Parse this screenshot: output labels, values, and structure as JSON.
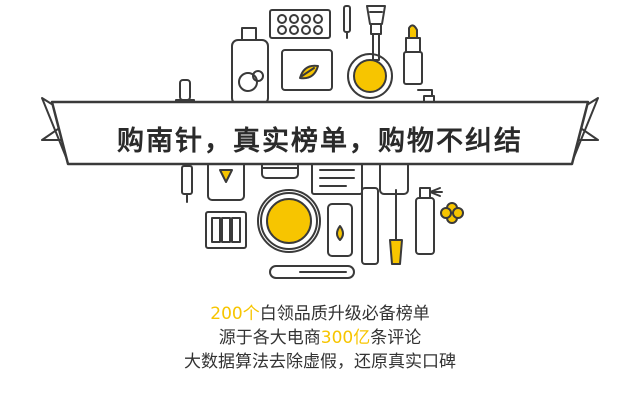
{
  "banner": {
    "title": "购南针，真实榜单，购物不纠结"
  },
  "caption": {
    "line1_highlight": "200个",
    "line1_text": "白领品质升级必备榜单",
    "line2_prefix": "源于各大电商",
    "line2_highlight": "300亿",
    "line2_suffix": "条评论",
    "line3_text": "大数据算法去除虚假，还原真实口碑"
  },
  "colors": {
    "accent": "#f7c500",
    "line": "#3a3a3a",
    "banner": "#ffffff",
    "text": "#333333"
  },
  "icons": [
    "eyeshadow-palette-icon",
    "lipstick-icon",
    "brush-icon",
    "bottle-icon",
    "compact-mirror-icon",
    "cream-jar-icon",
    "leaf-box-icon",
    "lotion-pump-icon",
    "perfume-icon",
    "nail-polish-icon",
    "mascara-icon",
    "spray-bottle-icon",
    "flower-icon",
    "eye-palette-icon",
    "eyeliner-icon",
    "tube-icon"
  ]
}
